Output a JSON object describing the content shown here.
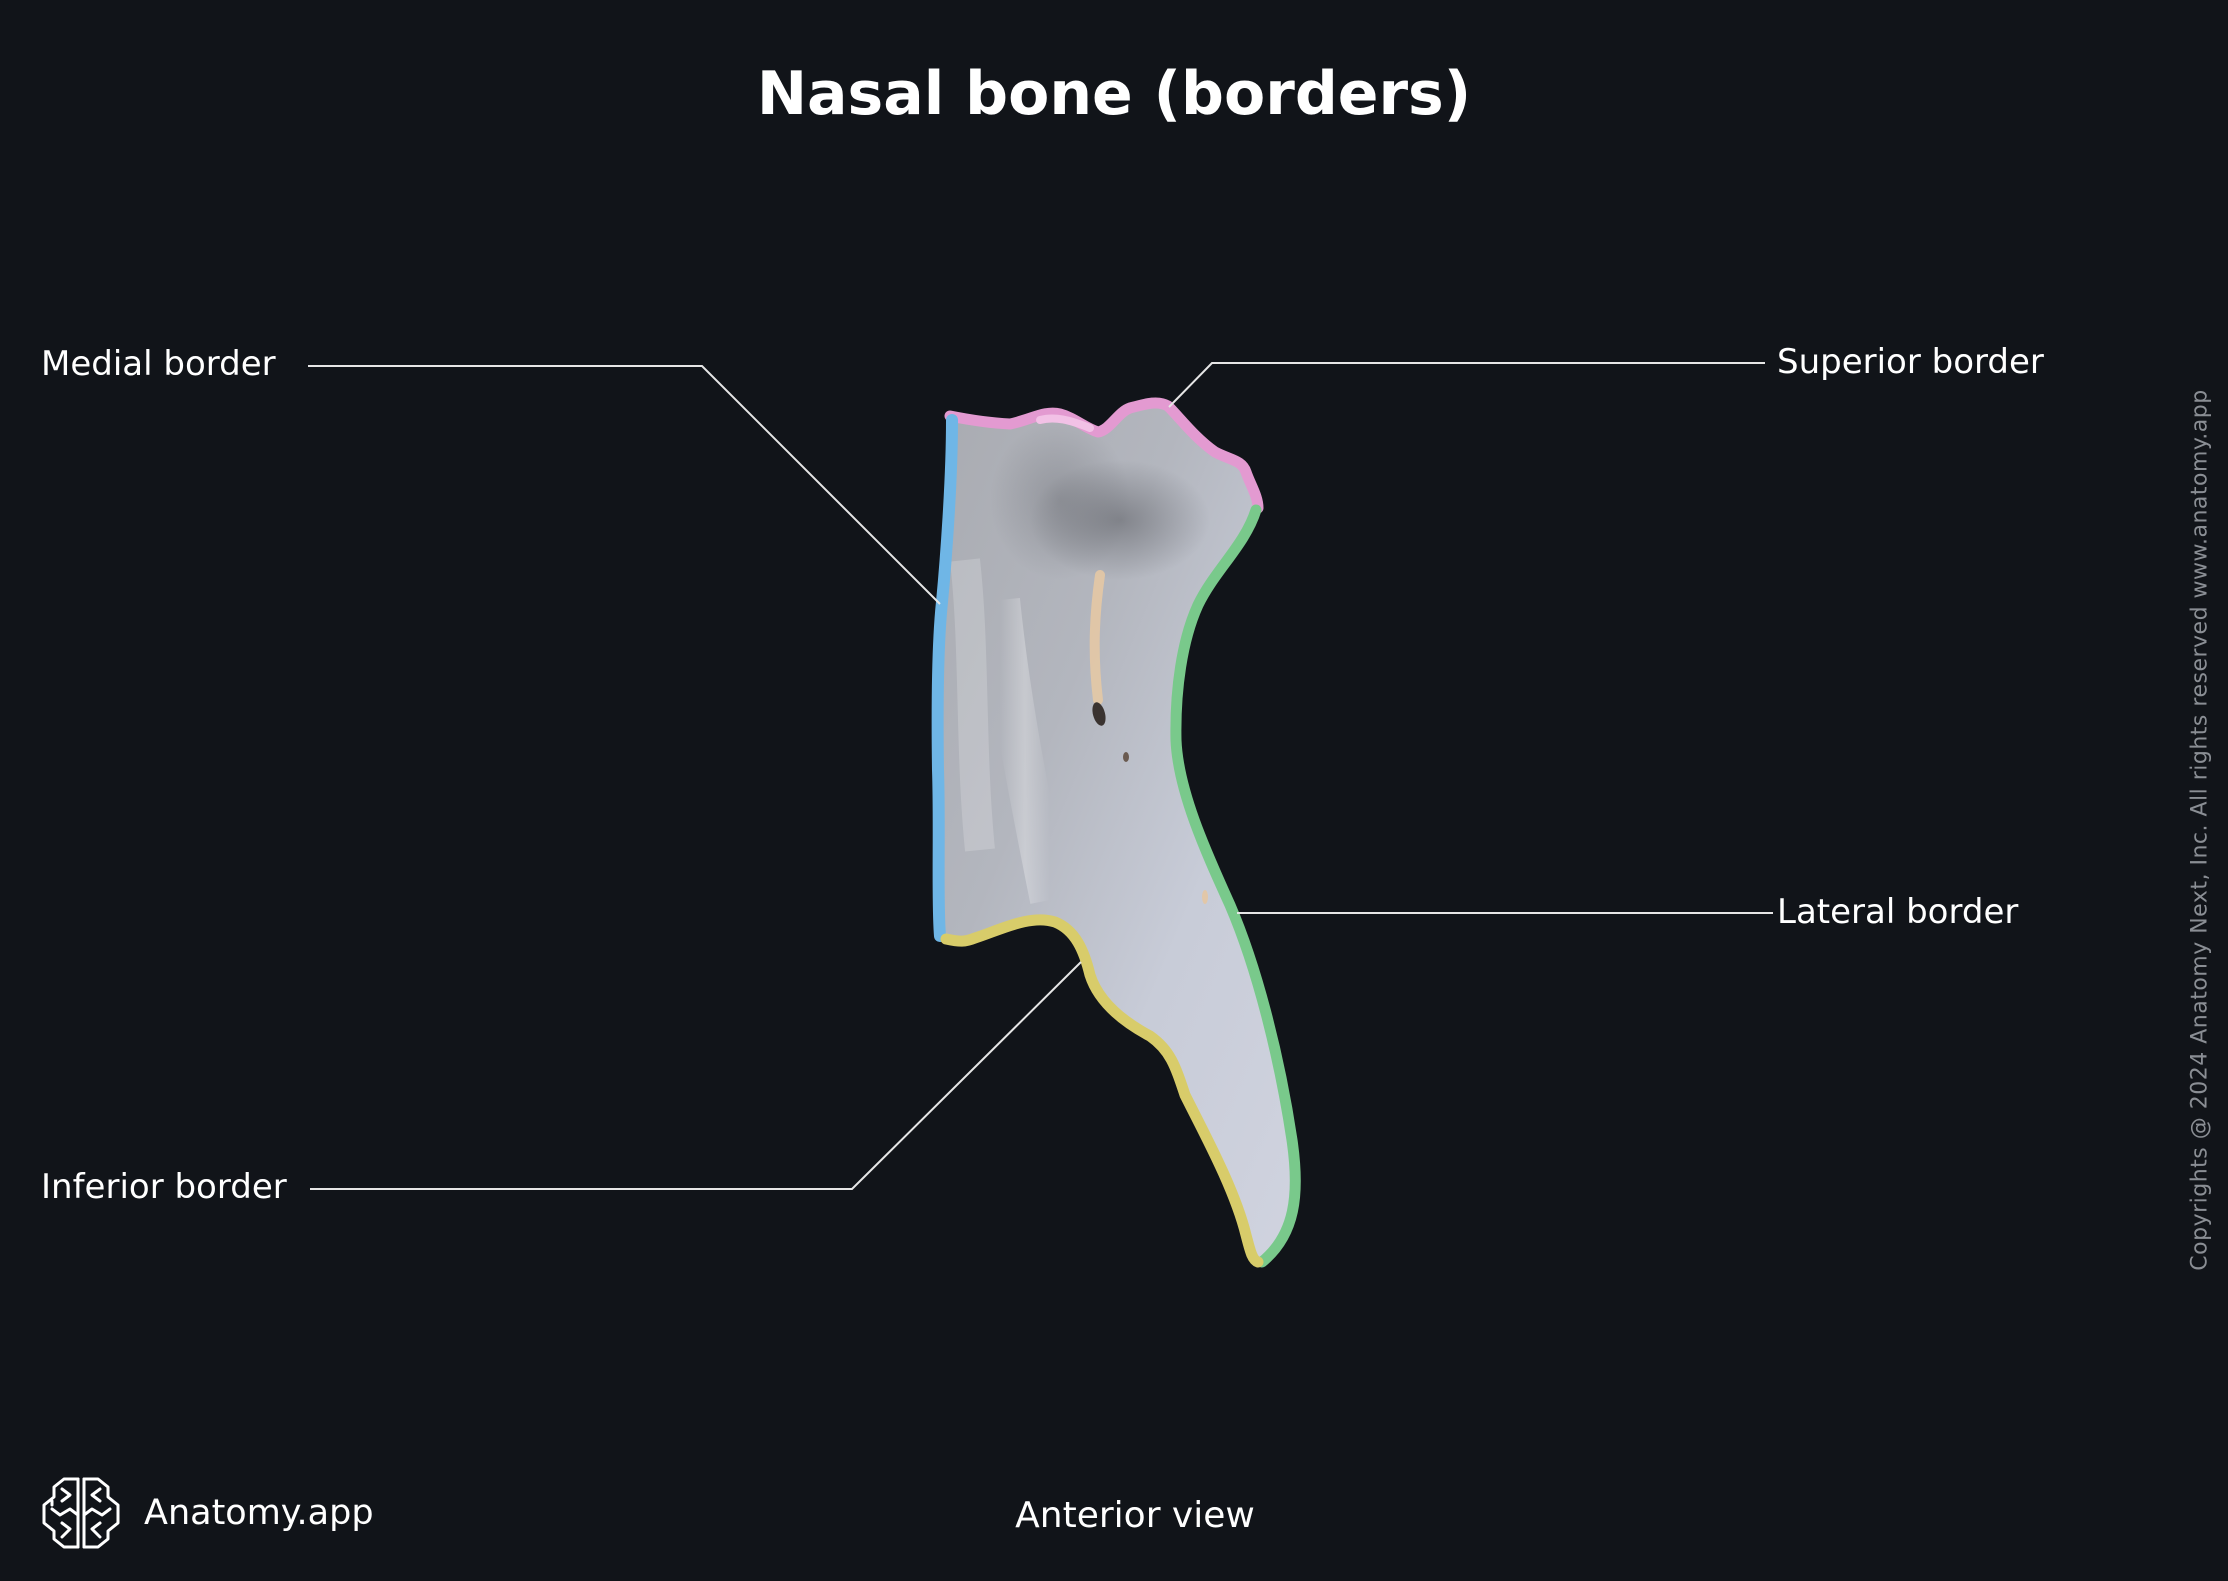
{
  "title": "Nasal bone (borders)",
  "view": "Anterior view",
  "brand": {
    "name": "Anatomy.app",
    "logo_icon": "brain-icon"
  },
  "copyright": "Copyrights @ 2024 Anatomy Next, Inc. All rights reserved www.anatomy.app",
  "labels": {
    "medial": "Medial border",
    "superior": "Superior border",
    "lateral": "Lateral border",
    "inferior": "Inferior border"
  },
  "colors": {
    "background": "#111419",
    "bone": "#c9ccd6",
    "medial_border": "#6fb6e6",
    "superior_border": "#e39ad1",
    "lateral_border": "#79c98b",
    "inferior_border": "#d8cc6a",
    "leader_line": "#e6e6e6",
    "copyright_text": "#8a8e94"
  }
}
